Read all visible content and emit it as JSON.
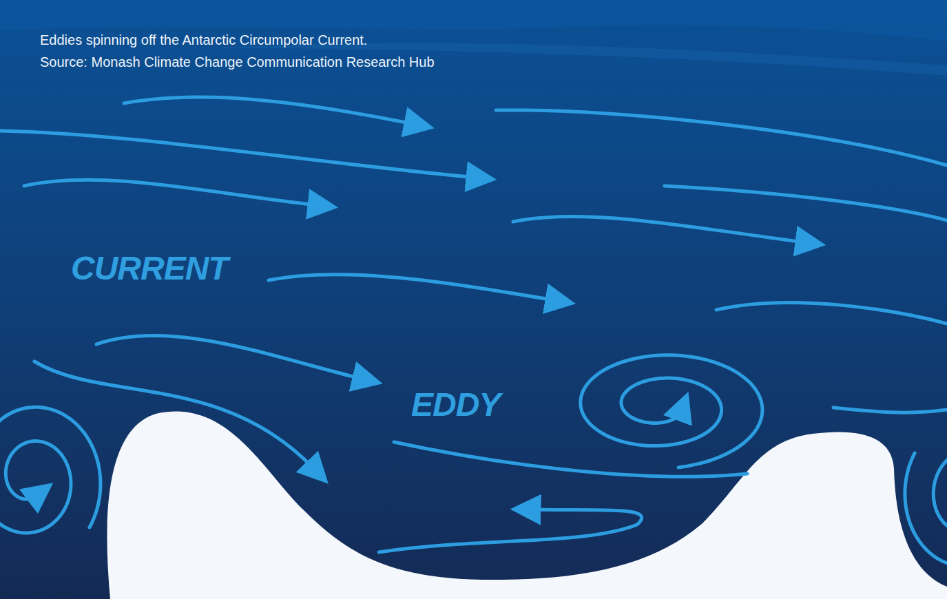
{
  "diagram": {
    "caption": "Eddies spinning off the Antarctic Circumpolar Current.",
    "labels": [
      "Source: Monash Climate Change Communication Research Hub",
      "CURRENT",
      "EDDY"
    ]
  }
}
